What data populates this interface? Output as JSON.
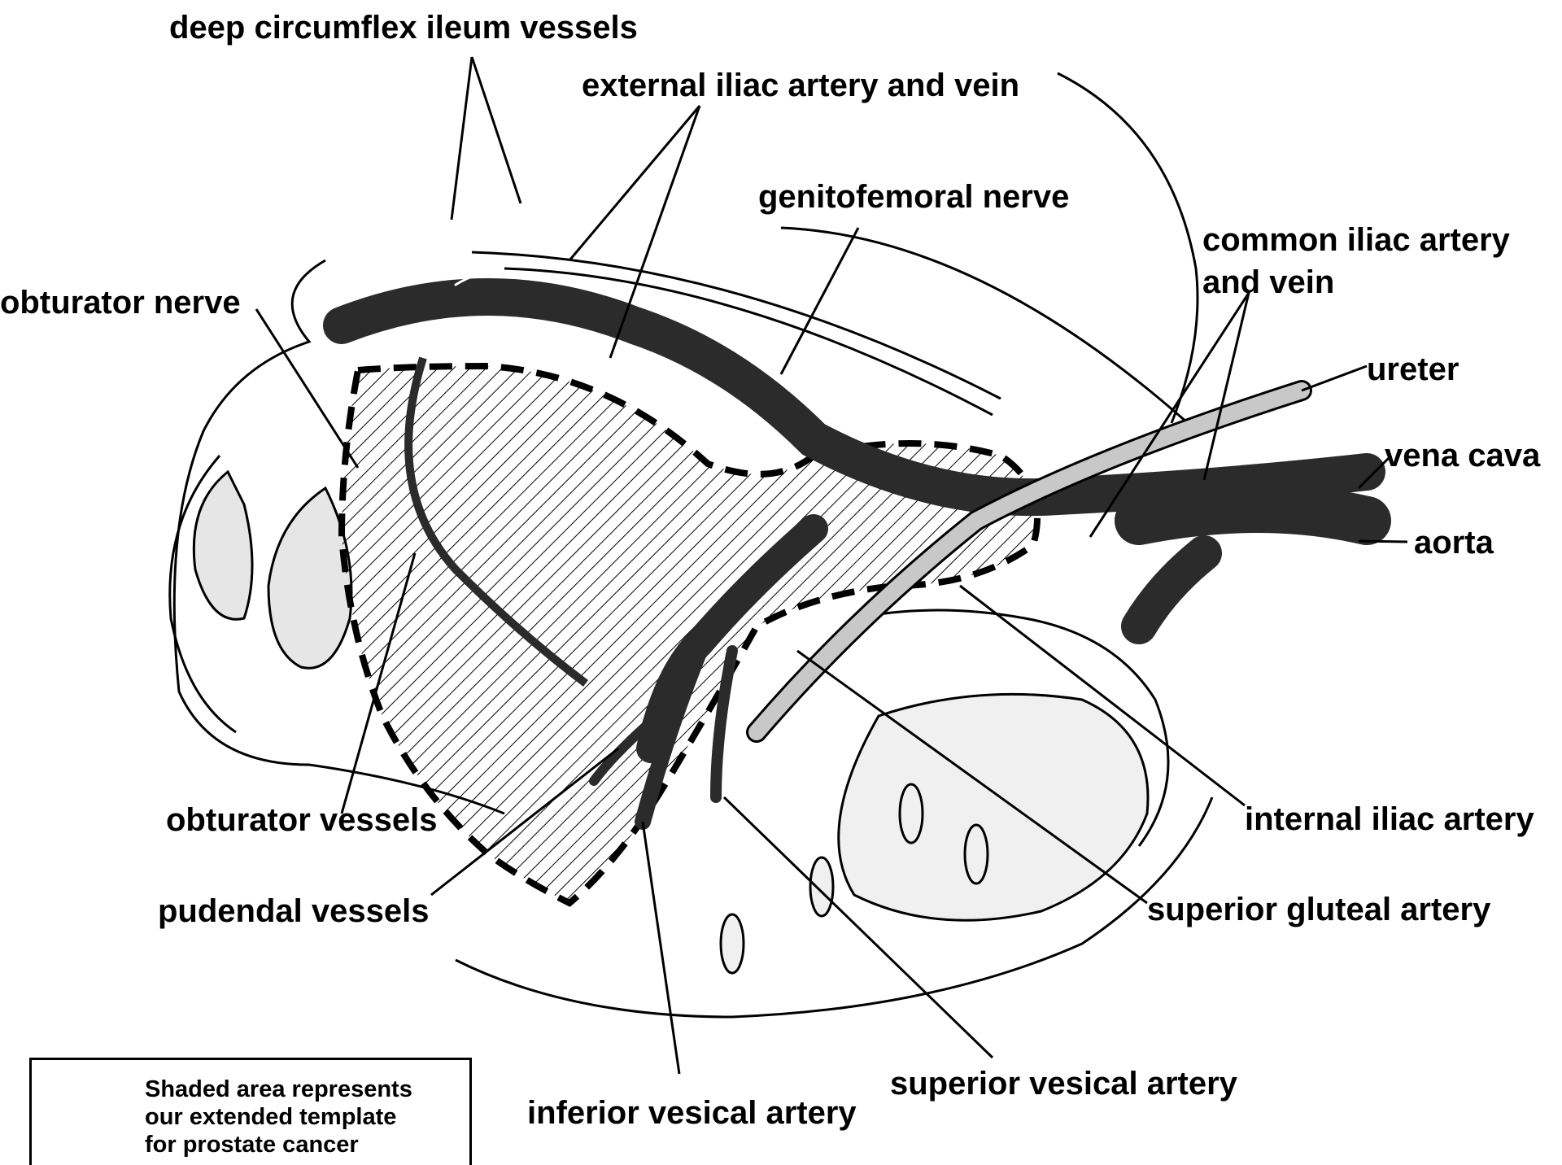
{
  "labels": {
    "deep_circumflex": "deep circumflex ileum vessels",
    "external_iliac": "external iliac artery and vein",
    "genitofemoral": "genitofemoral nerve",
    "common_iliac_1": "common iliac artery",
    "common_iliac_2": "and vein",
    "obturator_nerve": "obturator nerve",
    "ureter": "ureter",
    "vena_cava": "vena cava",
    "aorta": "aorta",
    "internal_iliac": "internal iliac artery",
    "obturator_vessels": "obturator vessels",
    "superior_gluteal": "superior gluteal artery",
    "pudendal_vessels": "pudendal vessels",
    "superior_vesical": "superior vesical artery",
    "inferior_vesical": "inferior vesical artery"
  },
  "legend": {
    "line1": "Shaded area represents",
    "line2": "our extended template",
    "line3": "for prostate cancer"
  },
  "colors": {
    "vessel": "#2b2b2b",
    "ureter": "#c8c8c8",
    "bone_fill": "#e6e6e6",
    "line": "#000000"
  }
}
